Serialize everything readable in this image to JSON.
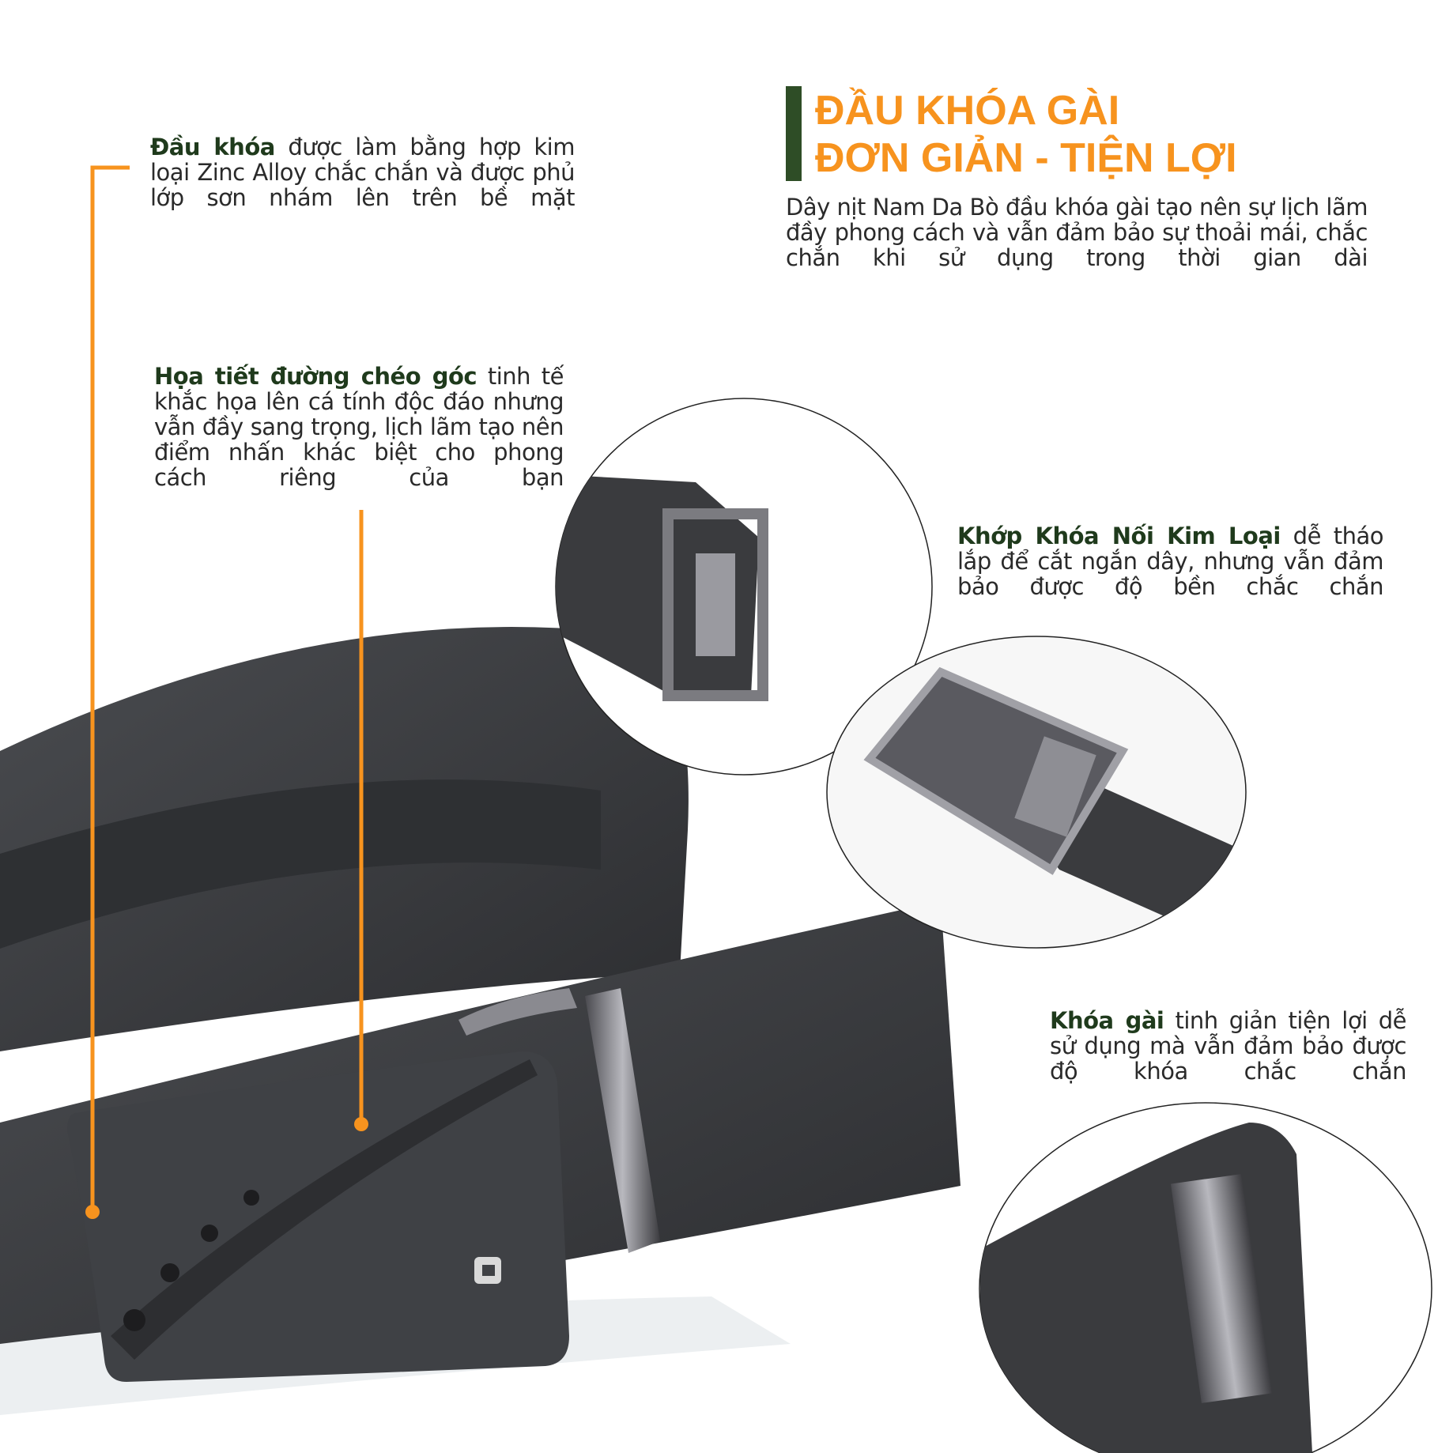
{
  "colors": {
    "accent": "#f7931e",
    "heading_bar": "#2e4d26",
    "text": "#2a2a2a",
    "bold": "#1f3a1c",
    "belt": "#3b3d40"
  },
  "heading": {
    "line1": "ĐẦU KHÓA GÀI",
    "line2": "ĐƠN GIẢN - TIỆN LỢI",
    "description": "Dây nịt Nam Da Bò đầu khóa gài tạo nên sự lịch lãm đầy phong cách và  vẫn đảm bảo sự thoải mái, chắc chắn khi sử dụng trong thời gian dài"
  },
  "callouts": [
    {
      "bold": "Đầu khóa",
      "text": " được làm bằng hợp kim loại Zinc Alloy chắc chắn và được phủ lớp sơn nhám lên trên bề mặt"
    },
    {
      "bold": "Họa tiết đường chéo góc",
      "text": "  tinh tế khắc họa lên cá tính độc đáo nhưng vẫn đầy sang trọng, lịch lãm tạo nên điểm nhấn khác biệt cho phong cách riêng của bạn"
    },
    {
      "bold": "Khớp Khóa Nối Kim Loại",
      "text": " dễ tháo lắp để cắt ngắn dây, nhưng vẫn đảm bảo được độ bền chắc chắn"
    },
    {
      "bold": "Khóa gài",
      "text": " tinh giản tiện lợi  dễ sử dụng mà vẫn đảm bảo được độ khóa chắc chắn"
    }
  ]
}
